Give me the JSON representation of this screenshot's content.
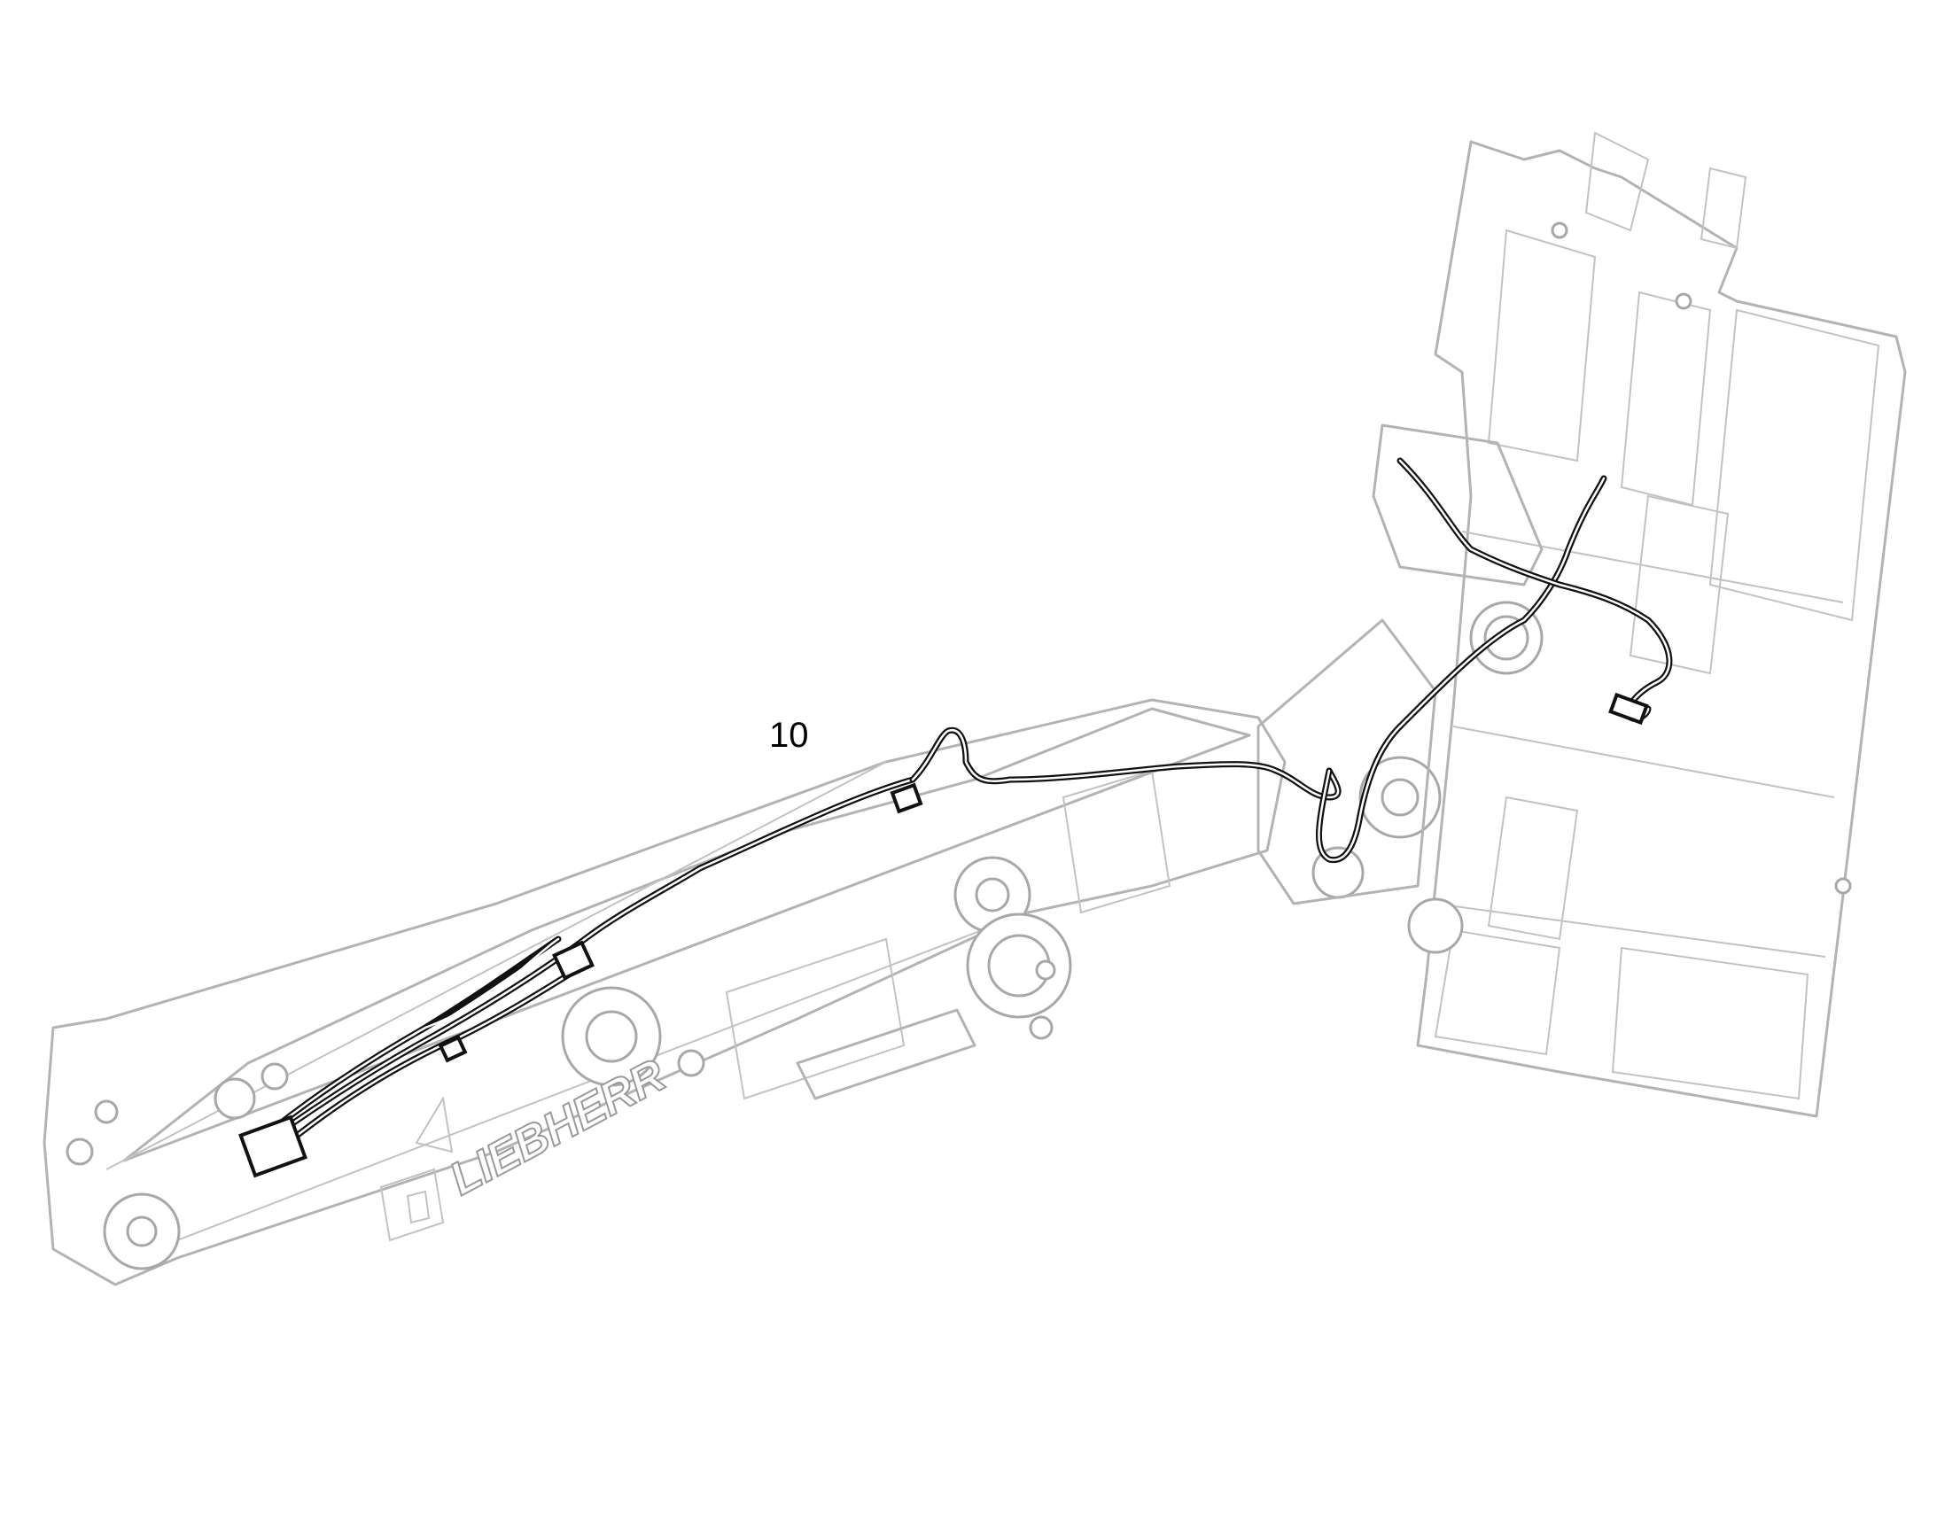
{
  "diagram": {
    "callouts": [
      {
        "id": "10",
        "label": "10"
      }
    ],
    "brand_marking": "LIEBHERR",
    "colors": {
      "machine_outline": "#b3b3b3",
      "highlighted_hose": "#111111",
      "background": "#ffffff"
    }
  }
}
